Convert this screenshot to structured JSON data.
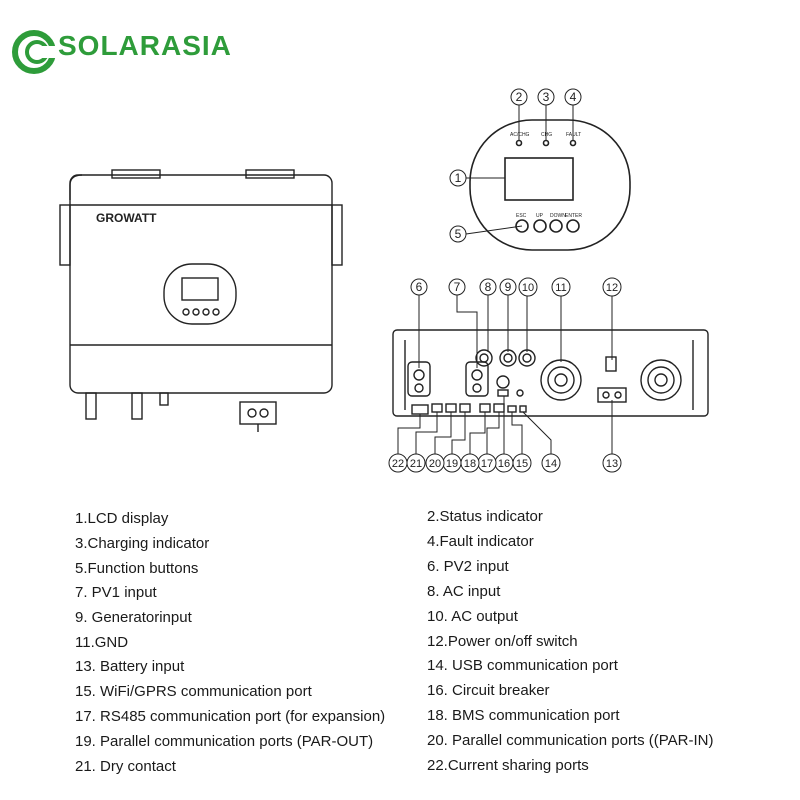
{
  "brand": {
    "name": "SOLARASIA",
    "color": "#2e9c3a"
  },
  "device_brand": "GROWATT",
  "panel_labels": {
    "status": "AC/CHG",
    "chg": "CHG",
    "fault": "FAULT",
    "esc": "ESC",
    "up": "UP",
    "down": "DOWN",
    "enter": "ENTER"
  },
  "callouts": [
    "1",
    "2",
    "3",
    "4",
    "5",
    "6",
    "7",
    "8",
    "9",
    "10",
    "11",
    "12",
    "13",
    "14",
    "15",
    "16",
    "17",
    "18",
    "19",
    "20",
    "21",
    "22"
  ],
  "legend": [
    "1.LCD display",
    "2.Status indicator",
    "3.Charging indicator",
    "4.Fault indicator",
    "5.Function buttons",
    "6. PV2 input",
    "7. PV1 input",
    "8. AC input",
    "9. Generatorinput",
    "10. AC output",
    "11.GND",
    "12.Power on/off switch",
    "13. Battery input",
    "14. USB communication port",
    "15. WiFi/GPRS communication port",
    "16. Circuit breaker",
    "17. RS485 communication port (for expansion)",
    "18. BMS communication port",
    "19. Parallel communication ports (PAR-OUT)",
    "20. Parallel communication ports ((PAR-IN)",
    "21. Dry contact",
    "22.Current sharing ports"
  ]
}
